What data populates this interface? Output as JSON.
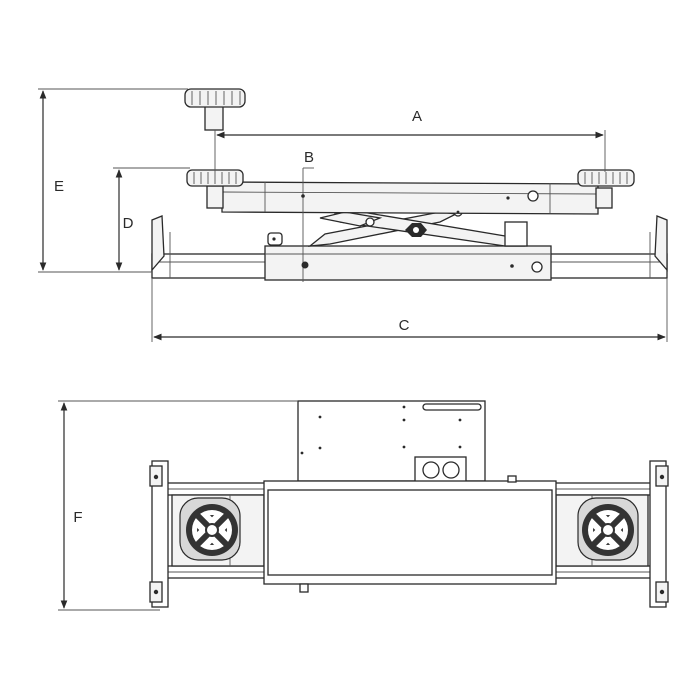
{
  "dimensions": {
    "A": "A",
    "B": "B",
    "C": "C",
    "D": "D",
    "E": "E",
    "F": "F"
  },
  "colors": {
    "line": "#2a2a2a",
    "fill": "#f3f3f3",
    "background": "#ffffff"
  }
}
